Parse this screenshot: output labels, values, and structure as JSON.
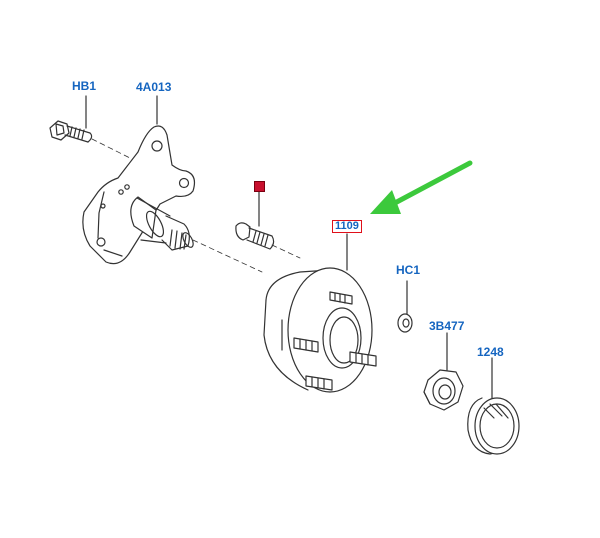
{
  "colors": {
    "callout": "#1565c0",
    "line": "#333333",
    "arrow": "#3cc93c",
    "highlight": "#e0101a"
  },
  "callouts": {
    "hb1": "HB1",
    "spindle": "4A013",
    "hub": "1109",
    "hc1": "HC1",
    "nut": "3B477",
    "cap": "1248"
  }
}
